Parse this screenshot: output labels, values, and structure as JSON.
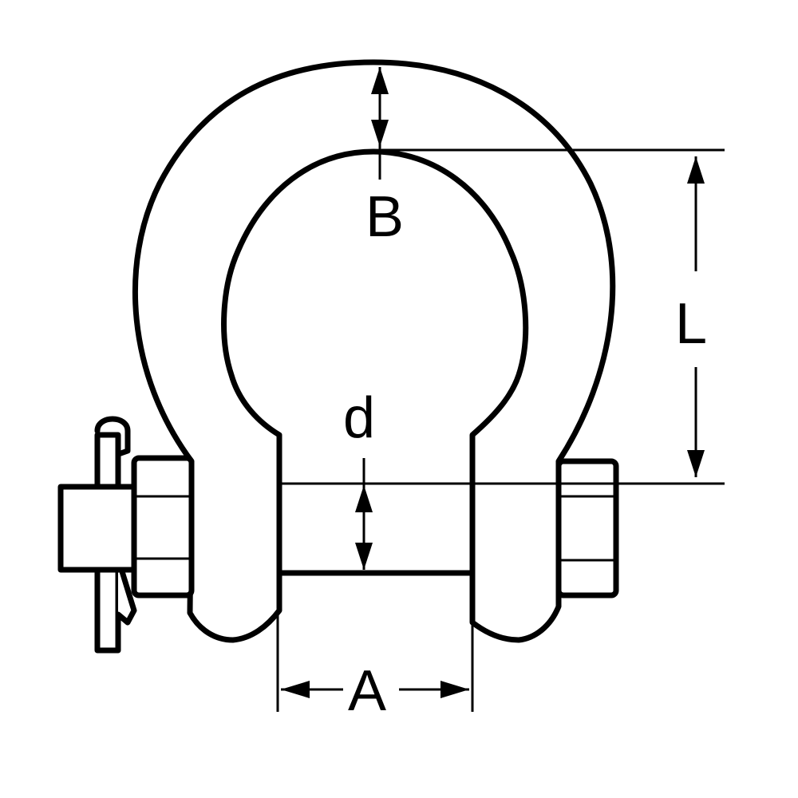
{
  "dimensions": {
    "B": "B",
    "L": "L",
    "d": "d",
    "A": "A"
  },
  "colors": {
    "stroke": "#000000",
    "background": "#ffffff"
  }
}
